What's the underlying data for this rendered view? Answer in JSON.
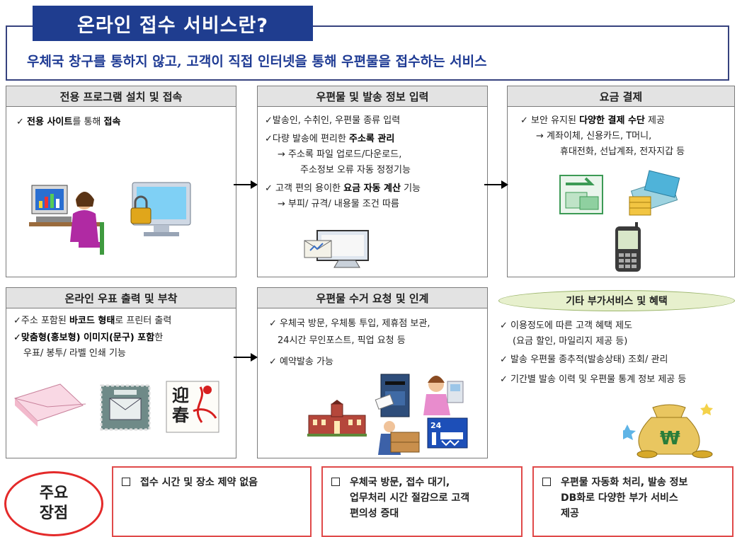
{
  "header": {
    "title": "온라인 접수 서비스란?",
    "subtitle": "우체국 창구를 통하지 않고, 고객이 직접 인터넷을 통해 우편물을 접수하는 서비스"
  },
  "panels": {
    "install": {
      "title": "전용 프로그램 설치 및 접속",
      "l1_prefix": "✓ ",
      "l1_b1": "전용 사이트",
      "l1_mid": "를 통해 ",
      "l1_b2": "접속"
    },
    "input": {
      "title": "우편물 및 발송 정보 입력",
      "l1": "✓발송인, 수취인, 우편물 종류 입력",
      "l2_pre": "✓다량 발송에 편리한 ",
      "l2_b": "주소록 관리",
      "l3": "→  주소록 파일 업로드/다운로드,",
      "l4": "주소정보 오류 자동 정정기능",
      "l5_pre": "✓ 고객 편의 용이한 ",
      "l5_b": "요금 자동 계산",
      "l5_post": " 기능",
      "l6": "→  부피/ 규격/ 내용물 조건 따름"
    },
    "payment": {
      "title": "요금 결제",
      "l1_pre": "✓  보안 유지된 ",
      "l1_b": "다양한 결제 수단",
      "l1_post": " 제공",
      "l2": "→  계좌이체, 신용카드, T머니,",
      "l3": "휴대전화, 선납계좌, 전자지갑 등"
    },
    "stamp": {
      "title": "온라인 우표 출력 및 부착",
      "l1_pre": "✓주소 포함된 ",
      "l1_b": "바코드 형태",
      "l1_post": "로 프린터 출력",
      "l2_b": "✓맞춤형(홍보형) 이미지(문구) 포함",
      "l2_post": "한",
      "l3": "우표/ 봉투/ 라벨 인쇄 기능"
    },
    "pickup": {
      "title": "우편물 수거 요청 및 인계",
      "l1": "✓  우체국 방문, 우체통 투입, 제휴점 보관,",
      "l2": "24시간 무인포스트, 픽업 요청 등",
      "l3": "✓  예약발송 가능"
    },
    "extra": {
      "title": "기타 부가서비스 및 혜택",
      "l1": "✓ 이용정도에 따른 고객 혜택 제도",
      "l2": "(요금 할인, 마일리지 제공 등)",
      "l3": "✓ 발송 우편물 종추적(발송상태) 조회/ 관리",
      "l4": "✓ 기간별 발송 이력 및 우편물 통계 정보 제공 등"
    }
  },
  "advantages": {
    "label_line1": "주요",
    "label_line2": "장점",
    "items": [
      "접수 시간 및 장소 제약 없음",
      "우체국 방문, 접수 대기,\n업무처리 시간 절감으로 고객\n편의성 증대",
      "우편물 자동화 처리, 발송 정보\nDB화로 다양한 부가 서비스\n제공"
    ]
  },
  "colors": {
    "title_bg": "#1f3d8f",
    "subtitle": "#1f3b94",
    "panel_header": "#e3e3e3",
    "advantage_border": "#e04a4a",
    "extra_oval": "#e7f0cd"
  },
  "icons": [
    "computer-user-icon",
    "secure-monitor-icon",
    "email-monitor-icon",
    "bank-transfer-icon",
    "money-card-icon",
    "mobile-phone-icon",
    "greeting-card-icon",
    "invitation-stamp-icon",
    "new-year-card-icon",
    "post-office-building-icon",
    "mailbox-icon",
    "post-clerk-icon",
    "delivery-man-icon",
    "24-hour-post-icon",
    "money-bag-icon"
  ]
}
